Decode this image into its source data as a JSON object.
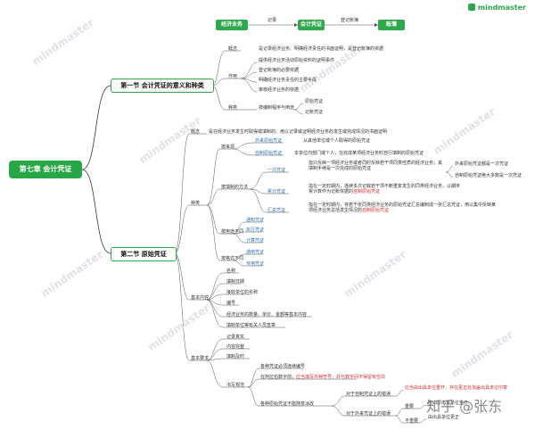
{
  "brand": "mindmaster",
  "watermark": "mindmaster",
  "credit": "知乎 @张东",
  "legend": {
    "pill_economic": "经济业务",
    "arrow1": "记录",
    "pill_voucher": "会计凭证",
    "arrow2": "登记账簿",
    "pill_books": "账簿"
  },
  "root": "第七章 会计凭证",
  "section1": {
    "title": "第一节 会计凭证的意义和种类",
    "concept": "概念",
    "concept_text": "是记录经济业务、明确经济责任的书面证明，是登记账簿的依据",
    "role": "作用",
    "roles": [
      "提供经济业务活动原始资料的证明事件",
      "登记账簿的必要依据",
      "明确经济业务责任的主要手段",
      "审核经济业务的依据"
    ],
    "type": "种类",
    "by_procedure": "按编制程序与用途",
    "types": [
      "原始凭证",
      "记账凭证"
    ]
  },
  "section2": {
    "title": "第二节 原始凭证",
    "concept": "概念",
    "concept_text": "是在经济业务发生时取得或填制的、用以记录或证明经济业务的发生或完成情况的书面证明",
    "kind": "种类",
    "by_source": "按来源",
    "external": "外来原始凭证",
    "external_desc": "从其他单位或个人取得的原始凭证",
    "self_made": "自制原始凭证",
    "self_made_desc": "本单位内部门或个人，在完成某项经济业务时自行填制的原始凭证",
    "by_method": "按填制的方法",
    "one_time": "一次凭证",
    "one_time_desc": "指只反映一项经济业务或者同时反映若干项同类性质的经济业务，其填制手续是一次完成的原始凭证",
    "one_time_a": "外来原始凭证都是一次凭证",
    "one_time_b": "自制原始凭证绝大多数是一次凭证",
    "cumulative": "累计凭证",
    "cumulative_desc": "指在一定时期内，连续多次记载若干项不断重复发生的同类经济业务，以期末累计数作为记账依据的",
    "cumulative_red": "自制原始凭证",
    "summary": "汇总凭证",
    "summary_desc": "指在一定时期内，将若干张同类经济业务的原始凭证汇总编制成一张汇总凭证，用以集中反映某项经济业务总括发生情况的",
    "summary_red": "自制原始凭证",
    "by_use": "按用途不同",
    "uses": [
      "通知凭证",
      "执行凭证",
      "计算凭证"
    ],
    "by_format": "按格式不同",
    "formats": [
      "通用凭证",
      "专用凭证"
    ],
    "basic_content": "基本内容",
    "contents": [
      "名称",
      "填制日期",
      "接收单位的名称",
      "编号",
      "经济业务的数量、单价、金额等基本内容",
      "填制单位等有关人员签章"
    ],
    "basic_req": "基本要求",
    "reqs": [
      "记录真实",
      "内容完整",
      "填制及时"
    ],
    "writing": "书写规范",
    "writing_items": [
      "各种凭证必须连续编号",
      "在阿拉伯数字前，"
    ],
    "writing_red": "应当填写币种符号，并与数字间不得留有空白",
    "handwriting": "各种原始凭证不能随意涂改",
    "self_error": "对于自制凭证上的错误",
    "self_error_desc": "应当由出具单位重开，并在更正处加盖出具单位印章",
    "ext_error": "对于外来凭证上的错误",
    "ext_items": [
      "重要",
      "不重要"
    ],
    "ext_important": "应由原出具单位重开",
    "ext_minor": "由出具单位更正"
  }
}
